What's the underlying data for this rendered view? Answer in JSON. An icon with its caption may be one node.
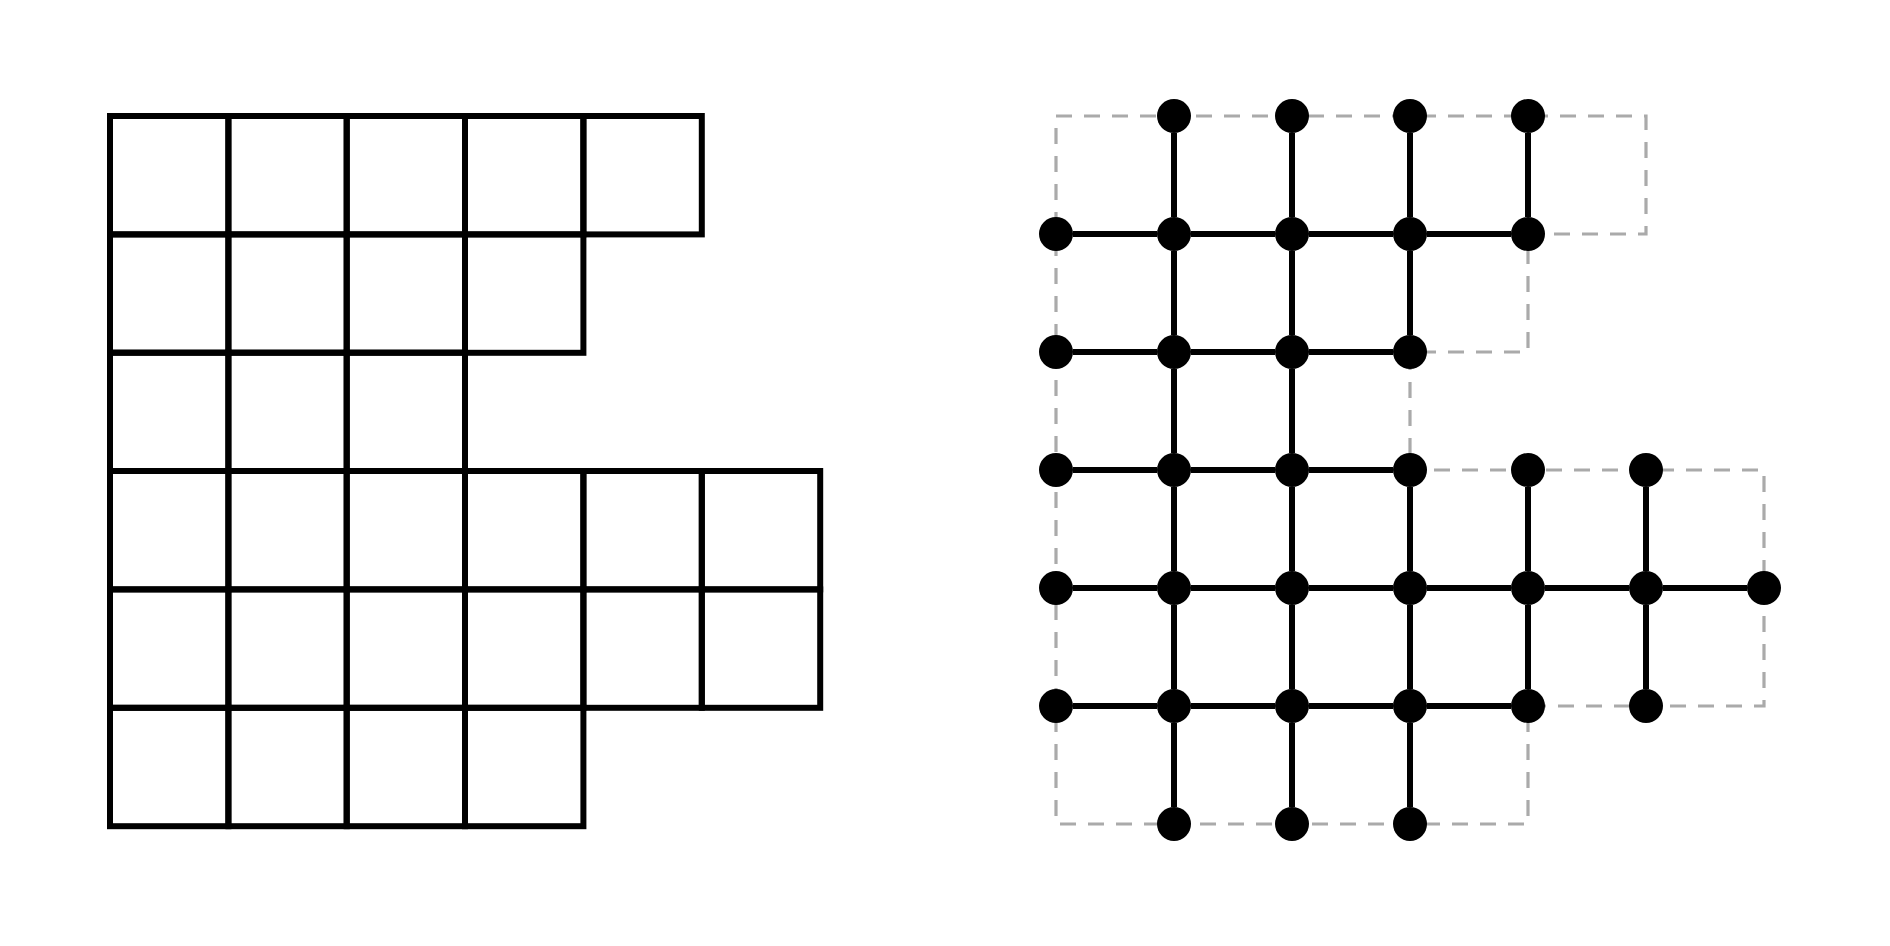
{
  "diagram": {
    "nodes": [
      {
        "text": [],
        "shape": "box"
      },
      {
        "text": [],
        "shape": "box"
      },
      {
        "text": [],
        "shape": "box"
      },
      {
        "text": [],
        "shape": "box"
      },
      {
        "text": [],
        "shape": "box"
      },
      {
        "text": [],
        "shape": "box"
      },
      {
        "text": [],
        "shape": "box"
      },
      {
        "text": [],
        "shape": "box"
      },
      {
        "text": [],
        "shape": "box"
      },
      {
        "text": [],
        "shape": "box"
      },
      {
        "text": [],
        "shape": "box"
      },
      {
        "text": [],
        "shape": "box"
      },
      {
        "text": [],
        "shape": "box"
      },
      {
        "text": [],
        "shape": "box"
      },
      {
        "text": [],
        "shape": "box"
      },
      {
        "text": [],
        "shape": "box"
      },
      {
        "text": [],
        "shape": "box"
      },
      {
        "text": [],
        "shape": "box"
      },
      {
        "text": [],
        "shape": "box"
      },
      {
        "text": [],
        "shape": "box"
      },
      {
        "text": [],
        "shape": "box"
      },
      {
        "text": [],
        "shape": "box"
      },
      {
        "text": [],
        "shape": "box"
      },
      {
        "text": [],
        "shape": "box"
      },
      {
        "text": [],
        "shape": "box"
      },
      {
        "text": [],
        "shape": "box"
      },
      {
        "text": [],
        "shape": "box"
      },
      {
        "text": [],
        "shape": "box"
      },
      {
        "text": [],
        "shape": "circle"
      },
      {
        "text": [],
        "shape": "circle"
      },
      {
        "text": [],
        "shape": "circle"
      },
      {
        "text": [],
        "shape": "circle"
      },
      {
        "text": [],
        "shape": "circle"
      },
      {
        "text": [],
        "shape": "circle"
      },
      {
        "text": [],
        "shape": "circle"
      },
      {
        "text": [],
        "shape": "circle"
      },
      {
        "text": [],
        "shape": "circle"
      },
      {
        "text": [],
        "shape": "circle"
      },
      {
        "text": [],
        "shape": "circle"
      },
      {
        "text": [],
        "shape": "circle"
      },
      {
        "text": [],
        "shape": "circle"
      },
      {
        "text": [],
        "shape": "circle"
      },
      {
        "text": [],
        "shape": "circle"
      },
      {
        "text": [],
        "shape": "circle"
      },
      {
        "text": [],
        "shape": "circle"
      },
      {
        "text": [],
        "shape": "circle"
      },
      {
        "text": [],
        "shape": "circle"
      },
      {
        "text": [],
        "shape": "circle"
      },
      {
        "text": [],
        "shape": "circle"
      },
      {
        "text": [],
        "shape": "circle"
      },
      {
        "text": [],
        "shape": "circle"
      },
      {
        "text": [],
        "shape": "circle"
      },
      {
        "text": [],
        "shape": "circle"
      },
      {
        "text": [],
        "shape": "circle"
      },
      {
        "text": [],
        "shape": "circle"
      },
      {
        "text": [],
        "shape": "circle"
      },
      {
        "text": [],
        "shape": "circle"
      },
      {
        "text": [],
        "shape": "circle"
      },
      {
        "text": [],
        "shape": "circle"
      },
      {
        "text": [],
        "shape": "circle"
      },
      {
        "text": [],
        "shape": "circle"
      },
      {
        "text": [],
        "shape": "circle"
      },
      {
        "text": [],
        "shape": "circle"
      }
    ],
    "edges": [
      {
        "from": 32,
        "to": 33,
        "arrow": "none"
      },
      {
        "from": 33,
        "to": 34,
        "arrow": "none"
      },
      {
        "from": 34,
        "to": 35,
        "arrow": "none"
      },
      {
        "from": 35,
        "to": 36,
        "arrow": "none"
      },
      {
        "from": 37,
        "to": 38,
        "arrow": "none"
      },
      {
        "from": 38,
        "to": 39,
        "arrow": "none"
      },
      {
        "from": 39,
        "to": 40,
        "arrow": "none"
      },
      {
        "from": 41,
        "to": 42,
        "arrow": "none"
      },
      {
        "from": 42,
        "to": 43,
        "arrow": "none"
      },
      {
        "from": 43,
        "to": 44,
        "arrow": "none"
      },
      {
        "from": 47,
        "to": 48,
        "arrow": "none"
      },
      {
        "from": 48,
        "to": 49,
        "arrow": "none"
      },
      {
        "from": 49,
        "to": 50,
        "arrow": "none"
      },
      {
        "from": 50,
        "to": 51,
        "arrow": "none"
      },
      {
        "from": 51,
        "to": 52,
        "arrow": "none"
      },
      {
        "from": 52,
        "to": 53,
        "arrow": "none"
      },
      {
        "from": 54,
        "to": 55,
        "arrow": "none"
      },
      {
        "from": 55,
        "to": 56,
        "arrow": "none"
      },
      {
        "from": 56,
        "to": 57,
        "arrow": "none"
      },
      {
        "from": 57,
        "to": 58,
        "arrow": "none"
      },
      {
        "from": 28,
        "to": 33,
        "arrow": "none"
      },
      {
        "from": 33,
        "to": 38,
        "arrow": "none"
      },
      {
        "from": 38,
        "to": 42,
        "arrow": "none"
      },
      {
        "from": 42,
        "to": 48,
        "arrow": "none"
      },
      {
        "from": 48,
        "to": 55,
        "arrow": "none"
      },
      {
        "from": 55,
        "to": 60,
        "arrow": "none"
      },
      {
        "from": 29,
        "to": 34,
        "arrow": "none"
      },
      {
        "from": 34,
        "to": 39,
        "arrow": "none"
      },
      {
        "from": 39,
        "to": 43,
        "arrow": "none"
      },
      {
        "from": 43,
        "to": 49,
        "arrow": "none"
      },
      {
        "from": 49,
        "to": 56,
        "arrow": "none"
      },
      {
        "from": 56,
        "to": 61,
        "arrow": "none"
      },
      {
        "from": 30,
        "to": 35,
        "arrow": "none"
      },
      {
        "from": 35,
        "to": 40,
        "arrow": "none"
      },
      {
        "from": 44,
        "to": 50,
        "arrow": "none"
      },
      {
        "from": 50,
        "to": 57,
        "arrow": "none"
      },
      {
        "from": 57,
        "to": 62,
        "arrow": "none"
      },
      {
        "from": 31,
        "to": 36,
        "arrow": "none"
      },
      {
        "from": 45,
        "to": 51,
        "arrow": "none"
      },
      {
        "from": 51,
        "to": 58,
        "arrow": "none"
      },
      {
        "from": 46,
        "to": 52,
        "arrow": "none"
      },
      {
        "from": 52,
        "to": 59,
        "arrow": "none"
      }
    ]
  }
}
